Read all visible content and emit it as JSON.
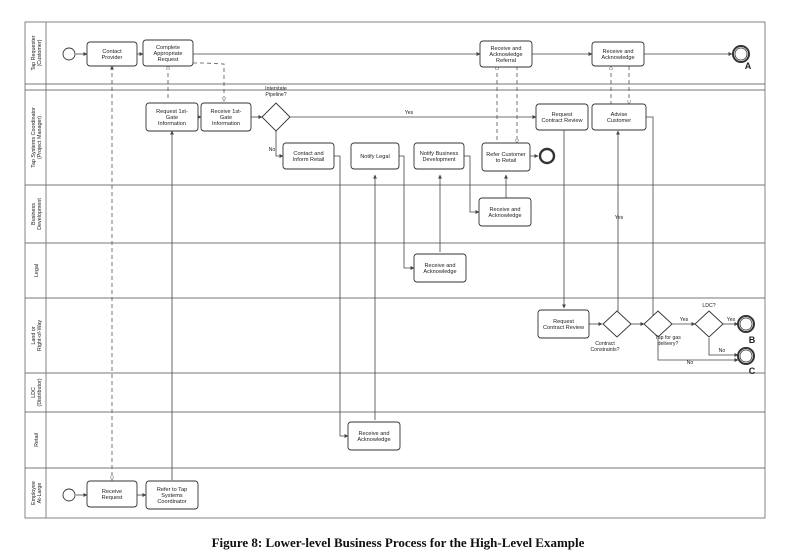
{
  "caption": "Figure 8: Lower-level Business Process for the High-Level Example",
  "lanes": [
    {
      "id": "tap_requester",
      "lines": [
        "Tap Requester",
        "(Customer)"
      ]
    },
    {
      "id": "tap_coord",
      "lines": [
        "Tap Systems Coordinator",
        "(Project Manager)"
      ]
    },
    {
      "id": "bizdev",
      "lines": [
        "Business",
        "Development"
      ]
    },
    {
      "id": "legal",
      "lines": [
        "Legal"
      ]
    },
    {
      "id": "land",
      "lines": [
        "Land or",
        "Right-of-Way"
      ]
    },
    {
      "id": "ldc",
      "lines": [
        "LDC",
        "(Distributor)"
      ]
    },
    {
      "id": "retail",
      "lines": [
        "Retail"
      ]
    },
    {
      "id": "employee",
      "lines": [
        "Employee",
        "At-Large"
      ]
    }
  ],
  "tasks": [
    {
      "id": "contact_provider",
      "lines": [
        "Contact",
        "Provider"
      ]
    },
    {
      "id": "complete_request",
      "lines": [
        "Complete",
        "Appropriate",
        "Request"
      ]
    },
    {
      "id": "receive_ack_referral",
      "lines": [
        "Receive and",
        "Acknowledge",
        "Referral"
      ]
    },
    {
      "id": "receive_ack_top",
      "lines": [
        "Receive and",
        "Acknowledge"
      ]
    },
    {
      "id": "request_gate",
      "lines": [
        "Request 1st-",
        "Gate",
        "Information"
      ]
    },
    {
      "id": "receive_gate",
      "lines": [
        "Receive 1st-",
        "Gate",
        "Information"
      ]
    },
    {
      "id": "contact_retail",
      "lines": [
        "Contact and",
        "Inform Retail"
      ]
    },
    {
      "id": "notify_legal",
      "lines": [
        "Notify Legal"
      ]
    },
    {
      "id": "notify_bizdev",
      "lines": [
        "Notify Business",
        "Development"
      ]
    },
    {
      "id": "refer_customer",
      "lines": [
        "Refer Customer",
        "to Retail"
      ]
    },
    {
      "id": "request_review_top",
      "lines": [
        "Request",
        "Contract Review"
      ]
    },
    {
      "id": "advise_customer",
      "lines": [
        "Advise",
        "Customer"
      ]
    },
    {
      "id": "receive_ack_bizdev",
      "lines": [
        "Receive and",
        "Acknowledge"
      ]
    },
    {
      "id": "receive_ack_legal",
      "lines": [
        "Receive and",
        "Acknowledge"
      ]
    },
    {
      "id": "request_review_land",
      "lines": [
        "Request",
        "Contract Review"
      ]
    },
    {
      "id": "receive_ack_retail",
      "lines": [
        "Receive and",
        "Acknowledge"
      ]
    },
    {
      "id": "receive_request",
      "lines": [
        "Receive",
        "Request"
      ]
    },
    {
      "id": "refer_tap",
      "lines": [
        "Refer to Tap",
        "Systems",
        "Coordinator"
      ]
    }
  ],
  "gateway_labels": {
    "interstate": [
      "Interstate",
      "Pipeline?"
    ],
    "contract": [
      "Contract",
      "Constraints?"
    ],
    "gas_delivery": [
      "Tap for gas",
      "delivery?"
    ],
    "ldc": [
      "LDC?"
    ]
  },
  "flow_labels": {
    "yes1": "Yes",
    "no1": "No",
    "yes2": "Yes",
    "yes3": "Yes",
    "yes4": "Yes",
    "no2": "No",
    "no3": "No"
  },
  "end_labels": {
    "a": "A",
    "b": "B",
    "c": "C"
  }
}
